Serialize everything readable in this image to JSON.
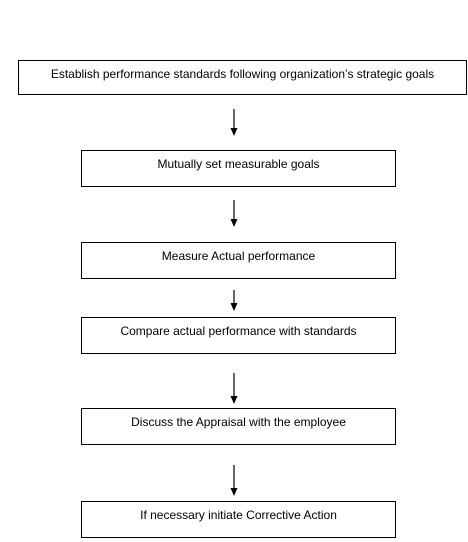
{
  "flowchart": {
    "steps": [
      {
        "label": "Establish performance standards following organization’s strategic goals"
      },
      {
        "label": "Mutually set measurable goals"
      },
      {
        "label": "Measure Actual performance"
      },
      {
        "label": "Compare actual performance with standards"
      },
      {
        "label": "Discuss the Appraisal with the employee"
      },
      {
        "label": "If necessary initiate Corrective Action"
      }
    ]
  },
  "colors": {
    "stroke": "#000000",
    "background": "#ffffff"
  }
}
